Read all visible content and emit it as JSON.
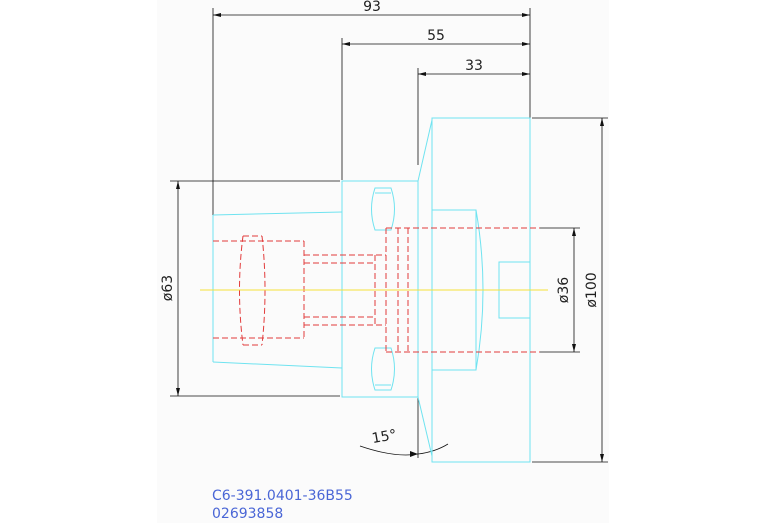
{
  "dimensions": {
    "length_total": "93",
    "length_mid": "55",
    "length_flange": "33",
    "dia_small": "ø63",
    "dia_bore": "ø36",
    "dia_large": "ø100",
    "angle": "15°"
  },
  "title_block": {
    "part_code": "C6-391.0401-36B55",
    "order_number": "02693858"
  },
  "colors": {
    "background": "#ffffff",
    "sheet": "#fbfbfb",
    "outline": "#6fe3f0",
    "hidden": "#e23b3b",
    "centerline": "#f5e23a",
    "dimension": "#111111",
    "annotation_text": "#4a66d6"
  }
}
